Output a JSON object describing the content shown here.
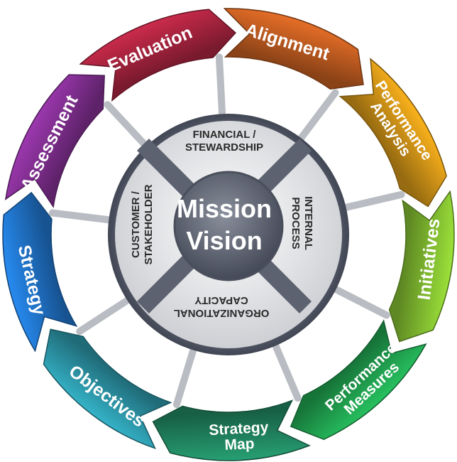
{
  "center": {
    "line1": "Mission",
    "line2": "Vision"
  },
  "quadrants": [
    {
      "id": "financial",
      "lines": [
        "FINANCIAL /",
        "STEWARDSHIP"
      ]
    },
    {
      "id": "internal",
      "lines": [
        "INTERNAL",
        "PROCESS"
      ]
    },
    {
      "id": "organizational",
      "lines": [
        "ORGANIZATIONAL",
        "CAPACITY"
      ]
    },
    {
      "id": "customer",
      "lines": [
        "CUSTOMER /",
        "STAKEHOLDER"
      ]
    }
  ],
  "segments": [
    {
      "id": "assessment",
      "lines": [
        "Assessment"
      ],
      "color": "#7d2d8c"
    },
    {
      "id": "evaluation",
      "lines": [
        "Evaluation"
      ],
      "color": "#a3223d"
    },
    {
      "id": "alignment",
      "lines": [
        "Alignment"
      ],
      "color": "#b8581f"
    },
    {
      "id": "performance-analysis",
      "lines": [
        "Performance",
        "Analysis"
      ],
      "color": "#c98e16"
    },
    {
      "id": "initiatives",
      "lines": [
        "Initiatives"
      ],
      "color": "#7db52e"
    },
    {
      "id": "performance-measures",
      "lines": [
        "Performance",
        "Measures"
      ],
      "color": "#1f9a4c"
    },
    {
      "id": "strategy-map",
      "lines": [
        "Strategy",
        "Map"
      ],
      "color": "#1f7f5c"
    },
    {
      "id": "objectives",
      "lines": [
        "Objectives"
      ],
      "color": "#2a8fa0"
    },
    {
      "id": "strategy",
      "lines": [
        "Strategy"
      ],
      "color": "#1f6fc1"
    }
  ],
  "colors": {
    "hub": "#5f6575",
    "disc": "#e4e5e7",
    "spoke": "#b9bcc2"
  }
}
